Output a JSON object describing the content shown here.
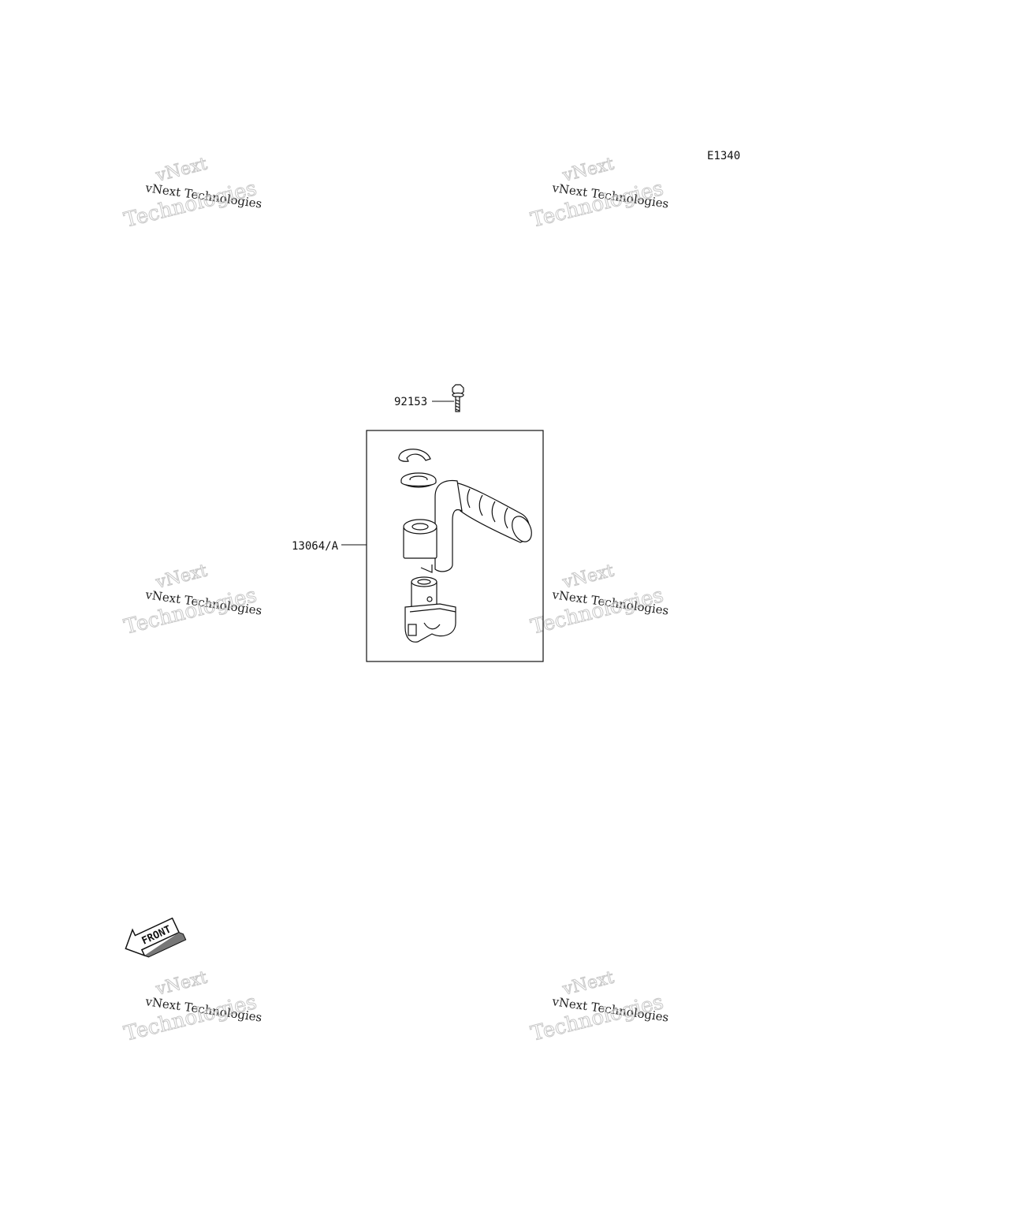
{
  "diagram_code": "E1340",
  "callouts": [
    {
      "id": "bolt",
      "part_number": "92153"
    },
    {
      "id": "kick-pedal-assy",
      "part_number": "13064/A"
    }
  ],
  "front_label": "FRONT",
  "watermark": {
    "line_a": "vNext",
    "line_b": "vNext Technologies",
    "line_c": "Technologies"
  }
}
